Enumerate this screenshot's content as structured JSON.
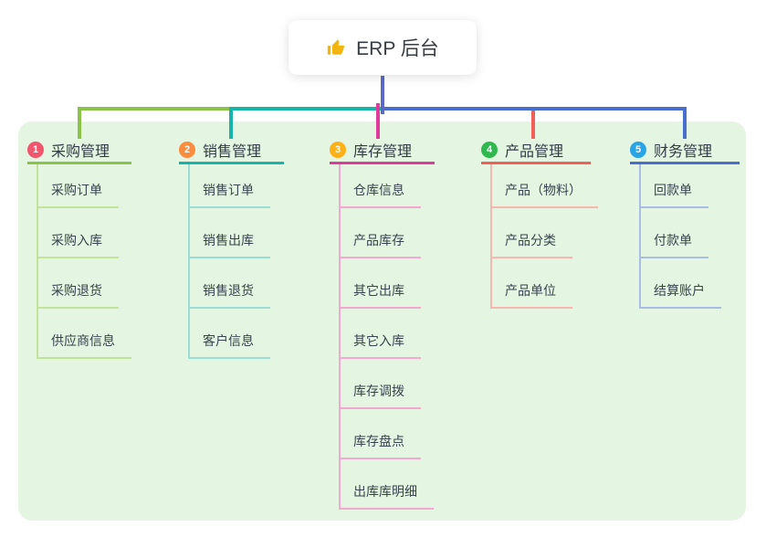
{
  "root": {
    "label": "ERP 后台",
    "icon": "thumbs-up-icon",
    "icon_color": "#f2b50f"
  },
  "canvas": {
    "background": "#ffffff",
    "panel_color": "#e4f5e1",
    "root_connector_color": "#5b68c4"
  },
  "branches": [
    {
      "number": "1",
      "label": "采购管理",
      "badge_color": "#f0566e",
      "line_color": "#8ac24a",
      "child_line_color": "#c3e39b",
      "children": [
        "采购订单",
        "采购入库",
        "采购退货",
        "供应商信息"
      ]
    },
    {
      "number": "2",
      "label": "销售管理",
      "badge_color": "#fb8b3d",
      "line_color": "#18b3a9",
      "child_line_color": "#9bdcd5",
      "children": [
        "销售订单",
        "销售出库",
        "销售退货",
        "客户信息"
      ]
    },
    {
      "number": "3",
      "label": "库存管理",
      "badge_color": "#fdb018",
      "line_color": "#df3b9c",
      "child_line_color": "#f3a8d1",
      "children": [
        "仓库信息",
        "产品库存",
        "其它出库",
        "其它入库",
        "库存调拨",
        "库存盘点",
        "出库库明细"
      ]
    },
    {
      "number": "4",
      "label": "产品管理",
      "badge_color": "#2fb84d",
      "line_color": "#f15f58",
      "child_line_color": "#f9b6b0",
      "children": [
        "产品（物料）",
        "产品分类",
        "产品单位"
      ]
    },
    {
      "number": "5",
      "label": "财务管理",
      "badge_color": "#29a4e4",
      "line_color": "#4a6ecb",
      "child_line_color": "#a9bce3",
      "children": [
        "回款单",
        "付款单",
        "结算账户"
      ]
    }
  ]
}
